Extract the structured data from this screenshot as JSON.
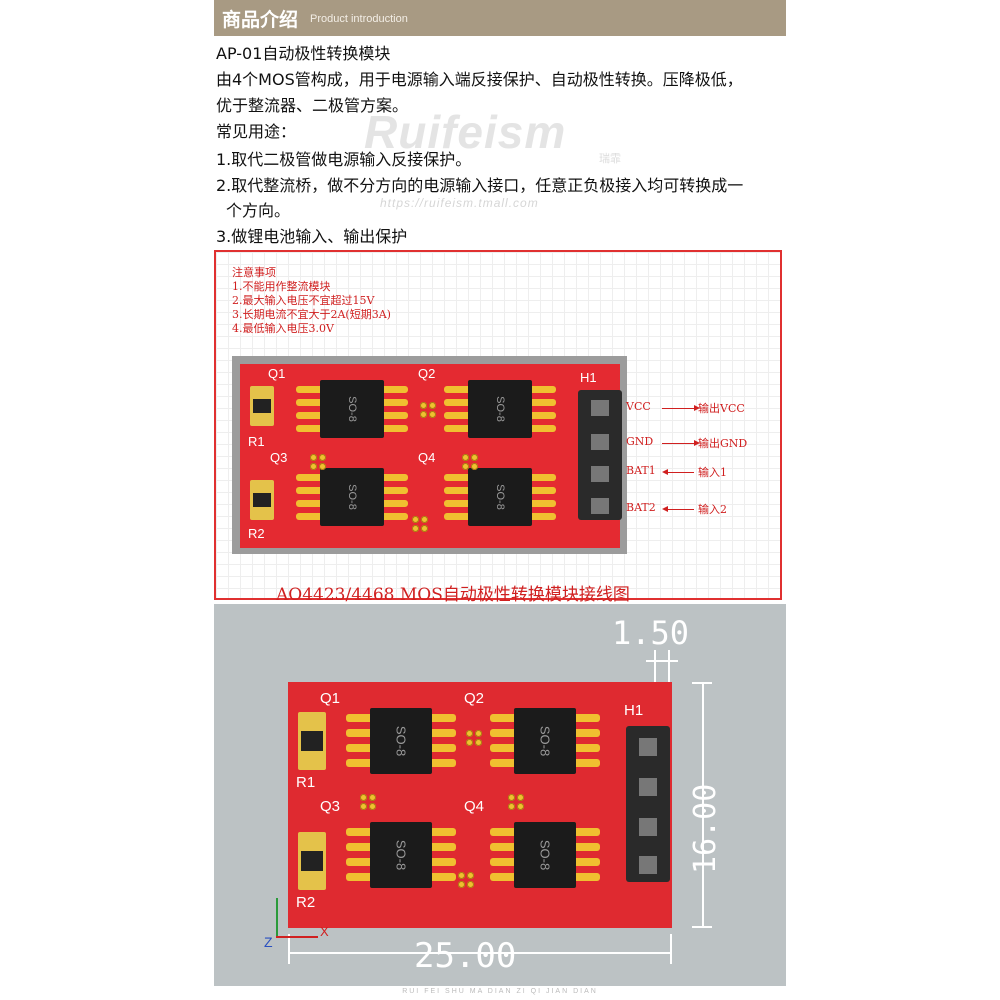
{
  "header": {
    "title_cn": "商品介绍",
    "title_en": "Product introduction"
  },
  "intro": {
    "line1": "AP-01自动极性转换模块",
    "line2": "由4个MOS管构成，用于电源输入端反接保护、自动极性转换。压降极低，",
    "line3": "优于整流器、二极管方案。",
    "line4": "常见用途：",
    "line5": "1.取代二极管做电源输入反接保护。",
    "line6": "2.取代整流桥，做不分方向的电源输入接口，任意正负极接入均可转换成一",
    "line7": "个方向。",
    "line8": "3.做锂电池输入、输出保护"
  },
  "watermark": {
    "brand": "Ruifeism",
    "brand_cn": "瑞霏",
    "url": "https://ruifeism.tmall.com"
  },
  "notes": {
    "title": "注意事项",
    "items": [
      "1.不能用作整流模块",
      "2.最大输入电压不宜超过15V",
      "3.长期电流不宜大于2A(短期3A)",
      "4.最低输入电压3.0V"
    ]
  },
  "board": {
    "chip_label": "SO-8",
    "q1": "Q1",
    "q2": "Q2",
    "q3": "Q3",
    "q4": "Q4",
    "r1": "R1",
    "r2": "R2",
    "h1": "H1"
  },
  "pins": {
    "vcc": "VCC",
    "gnd": "GND",
    "bat1": "BAT1",
    "bat2": "BAT2",
    "out_vcc": "输出VCC",
    "out_gnd": "输出GND",
    "in1": "输入1",
    "in2": "输入2"
  },
  "caption": "AO4423/4468 MOS自动极性转换模块接线图",
  "dims": {
    "pitch": "1.50",
    "height": "16.00",
    "width": "25.00",
    "axis_z": "Z",
    "axis_x": "X"
  },
  "footer": "RUI FEI SHU MA DIAN ZI QI JIAN DIAN",
  "colors": {
    "header_bg": "#a89a83",
    "pcb_red": "#e42a31",
    "note_red": "#d02020",
    "render_bg": "#bcc2c4"
  }
}
